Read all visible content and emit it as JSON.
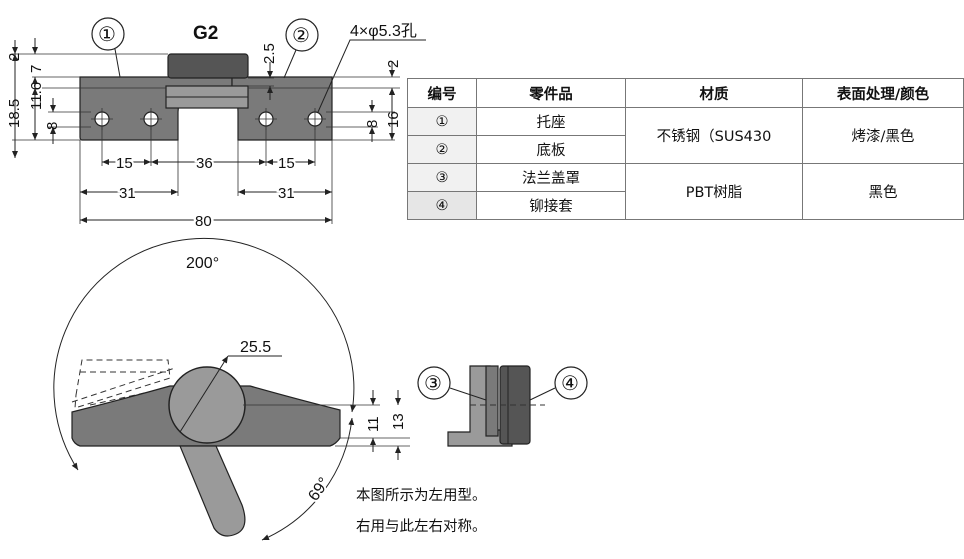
{
  "drawing": {
    "model_label": "G2",
    "hole_spec": "4×φ5.3孔",
    "balloons": [
      "①",
      "②",
      "③",
      "④"
    ],
    "dims_top": {
      "d2_left": "2",
      "d7": "7",
      "d2_5": "2.5",
      "d2_right": "2",
      "d18_5": "18.5",
      "d11_6": "11.6",
      "d8_left": "8",
      "d8_right": "8",
      "d16": "16",
      "d15_left": "15",
      "d36": "36",
      "d15_right": "15",
      "d31_left": "31",
      "d31_right": "31",
      "d80": "80"
    },
    "dims_bottom": {
      "angle_200": "200°",
      "radius": "25.5",
      "d11": "11",
      "d13": "13",
      "angle_69": "69°"
    },
    "note_line1": "本图所示为左用型。",
    "note_line2": "右用与此左右对称。"
  },
  "table": {
    "headers": [
      "编号",
      "零件品",
      "材质",
      "表面处理/颜色"
    ],
    "rows": [
      {
        "no": "①",
        "part": "托座"
      },
      {
        "no": "②",
        "part": "底板"
      },
      {
        "no": "③",
        "part": "法兰盖罩"
      },
      {
        "no": "④",
        "part": "铆接套"
      }
    ],
    "material_1_2": "不锈钢（SUS430",
    "finish_1_2": "烤漆/黑色",
    "material_3_4": "PBT树脂",
    "finish_3_4": "黑色"
  }
}
